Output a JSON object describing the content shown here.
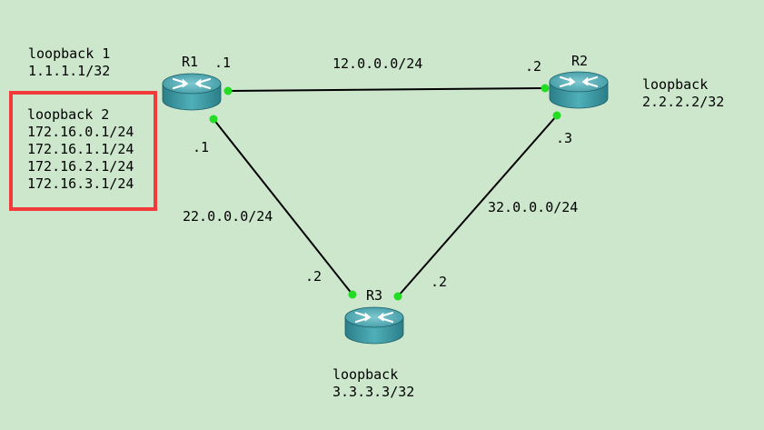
{
  "routers": {
    "r1": {
      "name": "R1"
    },
    "r2": {
      "name": "R2"
    },
    "r3": {
      "name": "R3"
    }
  },
  "links": {
    "r1_r2": {
      "network": "12.0.0.0/24",
      "r1_end": ".1",
      "r2_end": ".2"
    },
    "r1_r3": {
      "network": "22.0.0.0/24",
      "r1_end": ".1",
      "r3_end": ".2"
    },
    "r2_r3": {
      "network": "32.0.0.0/24",
      "r2_end": ".3",
      "r3_end": ".2"
    }
  },
  "loopbacks": {
    "r1_lb1": {
      "title": "loopback 1",
      "addresses": [
        "1.1.1.1/32"
      ]
    },
    "r1_lb2": {
      "title": "loopback 2",
      "addresses": [
        "172.16.0.1/24",
        "172.16.1.1/24",
        "172.16.2.1/24",
        "172.16.3.1/24"
      ]
    },
    "r2_lb": {
      "title": "loopback",
      "addresses": [
        "2.2.2.2/32"
      ]
    },
    "r3_lb": {
      "title": "loopback",
      "addresses": [
        "3.3.3.3/32"
      ]
    }
  },
  "colors": {
    "background": "#cce7cc",
    "link": "#000000",
    "port_dot": "#22dd22",
    "router_body": "#3f9aa4",
    "highlight_border": "#f23a3a"
  }
}
